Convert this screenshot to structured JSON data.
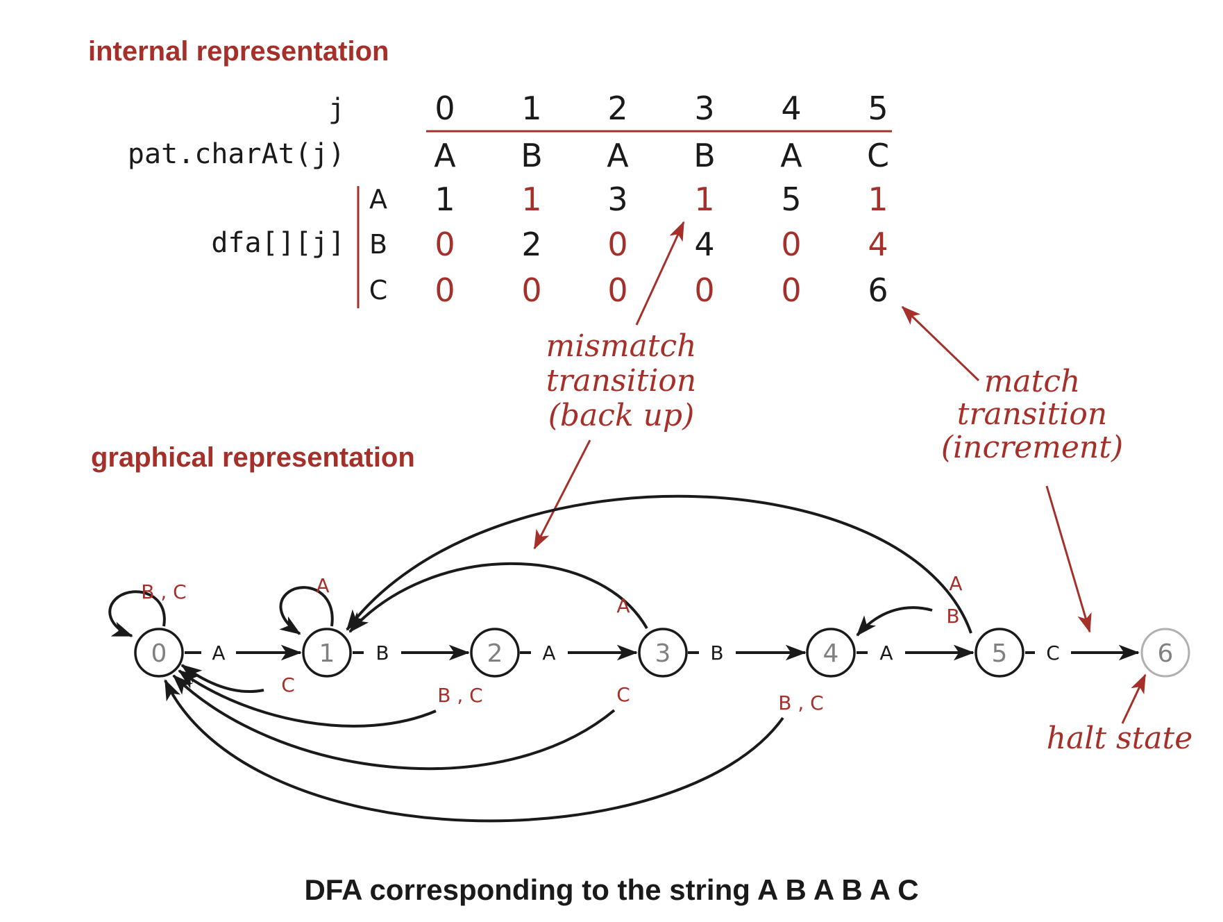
{
  "headings": {
    "internal": "internal representation",
    "graphical": "graphical representation"
  },
  "table": {
    "j_label": "j",
    "char_label": "pat.charAt(j)",
    "dfa_label": "dfa[][j]",
    "columns": [
      "0",
      "1",
      "2",
      "3",
      "4",
      "5"
    ],
    "chars": [
      "A",
      "B",
      "A",
      "B",
      "A",
      "C"
    ],
    "rows": [
      {
        "label": "A",
        "values": [
          "1",
          "1",
          "3",
          "1",
          "5",
          "1"
        ],
        "highlight": [
          false,
          true,
          false,
          true,
          false,
          true
        ]
      },
      {
        "label": "B",
        "values": [
          "0",
          "2",
          "0",
          "4",
          "0",
          "4"
        ],
        "highlight": [
          true,
          false,
          true,
          false,
          true,
          true
        ]
      },
      {
        "label": "C",
        "values": [
          "0",
          "0",
          "0",
          "0",
          "0",
          "6"
        ],
        "highlight": [
          true,
          true,
          true,
          true,
          true,
          false
        ]
      }
    ]
  },
  "annotations": {
    "mismatch": [
      "mismatch",
      "transition",
      "(back up)"
    ],
    "match": [
      "match",
      "transition",
      "(increment)"
    ],
    "halt": "halt state"
  },
  "states": [
    "0",
    "1",
    "2",
    "3",
    "4",
    "5",
    "6"
  ],
  "edge_labels": {
    "forward": [
      "A",
      "B",
      "A",
      "B",
      "A",
      "C"
    ],
    "self0": "B , C",
    "self1": "A",
    "back1_0": "C",
    "back2_0": "B , C",
    "back3_1": "A",
    "back3_0": "C",
    "back4_0": "B , C",
    "back5_4": "B",
    "back5_1": "A"
  },
  "caption": "DFA corresponding to the string A  B  A  B  A  C",
  "colors": {
    "accent": "#a5302a",
    "ink": "#1a1a1a",
    "state_text": "#808080",
    "halt_circle": "#b0b0b0"
  }
}
